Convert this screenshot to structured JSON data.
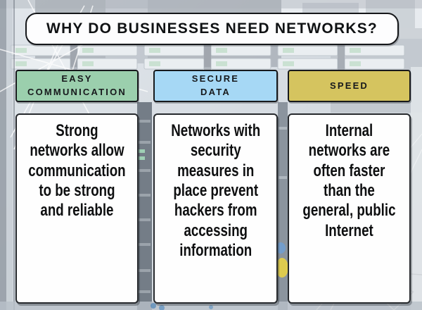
{
  "title": "WHY DO BUSINESSES NEED NETWORKS?",
  "columns": [
    {
      "id": "easy-communication",
      "header": "EASY\nCOMMUNICATION",
      "header_color": "#9bcfad",
      "body": "Strong\nnetworks allow\ncommunication\nto be strong\nand reliable"
    },
    {
      "id": "secure-data",
      "header": "SECURE\nDATA",
      "header_color": "#a6d8f5",
      "body": "Networks with\nsecurity\nmeasures in\nplace prevent\nhackers from\naccessing\ninformation"
    },
    {
      "id": "speed",
      "header": "SPEED",
      "header_color": "#d5c45f",
      "body": "Internal\nnetworks are\noften faster\nthan the\ngeneral, public\nInternet"
    }
  ],
  "colors": {
    "card_background": "#fefefe",
    "border": "#17191c",
    "background_photo_tone": "#ccd3da",
    "wireframe_white": "#ffffff",
    "wireframe_gray": "#cfd3d7",
    "accent_yellow_spool": "#e3cd4a"
  }
}
